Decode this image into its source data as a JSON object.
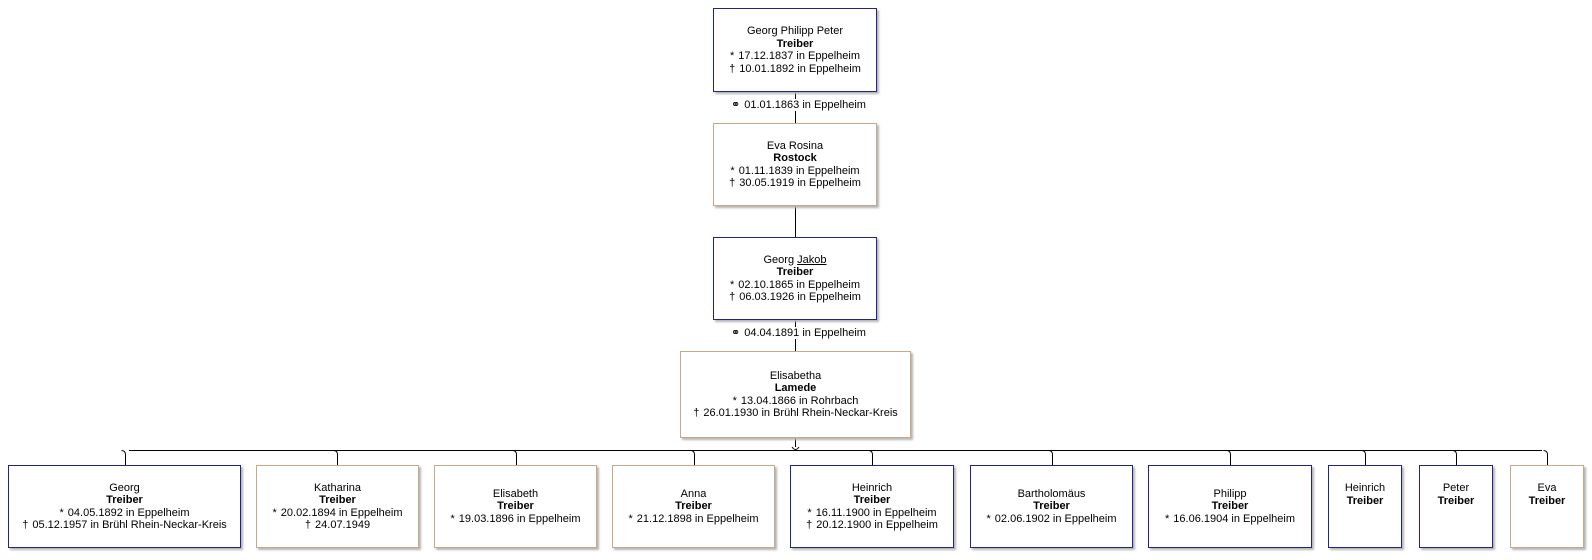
{
  "symbols": {
    "birth": "*",
    "death": "†",
    "marriage": "⚭"
  },
  "colors": {
    "male_border": "#23238c",
    "female_border": "#c8a78a",
    "line": "#000000"
  },
  "ancestors": [
    {
      "id": "georg-philipp-peter",
      "given": "Georg Philipp Peter",
      "surname": "Treiber",
      "sex": "male",
      "birth": "17.12.1837 in Eppelheim",
      "death": "10.01.1892 in Eppelheim"
    },
    {
      "id": "eva-rosina",
      "given": "Eva Rosina",
      "surname": "Rostock",
      "sex": "female",
      "birth": "01.11.1839 in Eppelheim",
      "death": "30.05.1919 in Eppelheim"
    },
    {
      "id": "georg-jakob",
      "given_plain": "Georg",
      "given_underlined": "Jakob",
      "surname": "Treiber",
      "sex": "male",
      "birth": "02.10.1865 in Eppelheim",
      "death": "06.03.1926 in Eppelheim"
    },
    {
      "id": "elisabetha",
      "given": "Elisabetha",
      "surname": "Lamede",
      "sex": "female",
      "birth": "13.04.1866 in Rohrbach",
      "death": "26.01.1930 in Brühl Rhein-Neckar-Kreis"
    }
  ],
  "marriages": [
    {
      "id": "marriage-1",
      "date": "01.01.1863 in Eppelheim"
    },
    {
      "id": "marriage-2",
      "date": "04.04.1891 in Eppelheim"
    }
  ],
  "children": [
    {
      "id": "georg",
      "given": "Georg",
      "surname": "Treiber",
      "sex": "male",
      "birth": "04.05.1892 in Eppelheim",
      "death": "05.12.1957 in Brühl Rhein-Neckar-Kreis"
    },
    {
      "id": "katharina",
      "given": "Katharina",
      "surname": "Treiber",
      "sex": "female",
      "birth": "20.02.1894 in Eppelheim",
      "death": "24.07.1949"
    },
    {
      "id": "elisabeth",
      "given": "Elisabeth",
      "surname": "Treiber",
      "sex": "female",
      "birth": "19.03.1896 in Eppelheim",
      "death": null
    },
    {
      "id": "anna",
      "given": "Anna",
      "surname": "Treiber",
      "sex": "female",
      "birth": "21.12.1898 in Eppelheim",
      "death": null
    },
    {
      "id": "heinrich-1900",
      "given": "Heinrich",
      "surname": "Treiber",
      "sex": "male",
      "birth": "16.11.1900 in Eppelheim",
      "death": "20.12.1900 in Eppelheim"
    },
    {
      "id": "bartholomaeus",
      "given": "Bartholomäus",
      "surname": "Treiber",
      "sex": "male",
      "birth": "02.06.1902 in Eppelheim",
      "death": null
    },
    {
      "id": "philipp",
      "given": "Philipp",
      "surname": "Treiber",
      "sex": "male",
      "birth": "16.06.1904 in Eppelheim",
      "death": null
    },
    {
      "id": "heinrich",
      "given": "Heinrich",
      "surname": "Treiber",
      "sex": "male",
      "birth": null,
      "death": null
    },
    {
      "id": "peter",
      "given": "Peter",
      "surname": "Treiber",
      "sex": "male",
      "birth": null,
      "death": null
    },
    {
      "id": "eva",
      "given": "Eva",
      "surname": "Treiber",
      "sex": "female",
      "birth": null,
      "death": null
    }
  ]
}
